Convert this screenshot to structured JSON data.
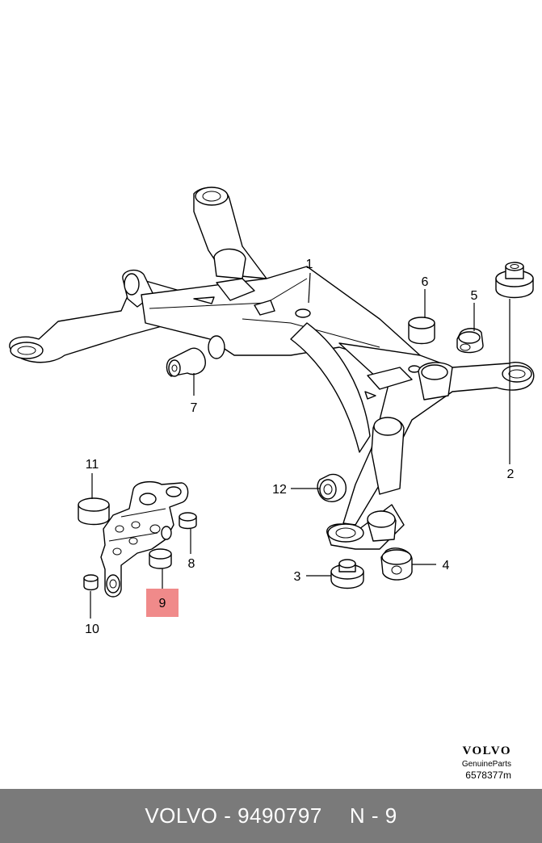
{
  "callouts": {
    "c1": "1",
    "c2": "2",
    "c3": "3",
    "c4": "4",
    "c5": "5",
    "c6": "6",
    "c7": "7",
    "c8": "8",
    "c9": "9",
    "c10": "10",
    "c11": "11",
    "c12": "12"
  },
  "highlight_color": "#f08a8a",
  "brand": {
    "name": "VOLVO",
    "subtitle": "GenuineParts",
    "code": "6578377m"
  },
  "footer": {
    "part_label": "VOLVO - 9490797",
    "position_label": "N - 9"
  }
}
